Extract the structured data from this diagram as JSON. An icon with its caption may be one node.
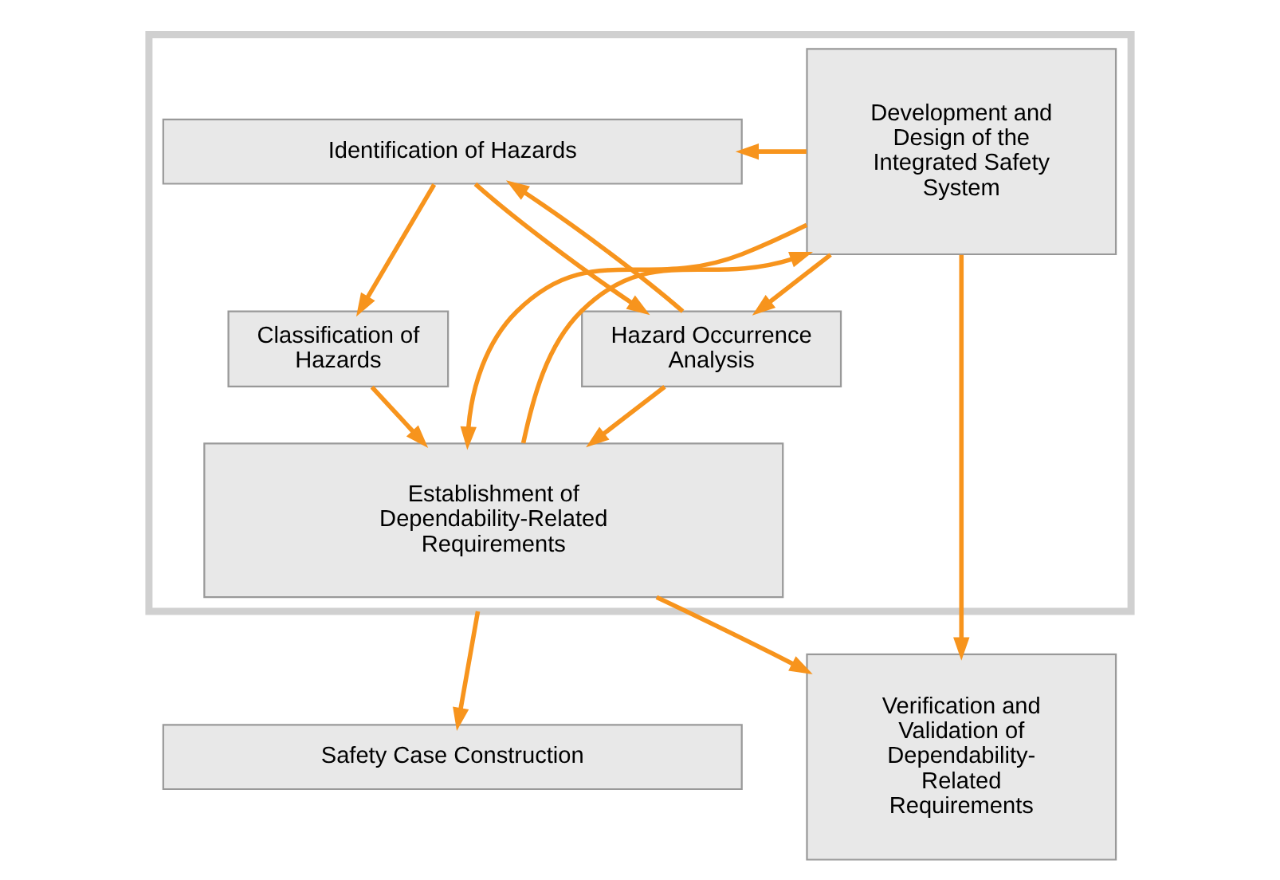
{
  "diagram": {
    "nodes": [
      {
        "text": [],
        "shape": "box"
      },
      {
        "text": [
          "Identification of Hazards"
        ],
        "in": 0
      },
      {
        "text": [
          "Development and Design of the Integrated Safety System"
        ],
        "in": 0
      },
      {
        "text": [
          "Classification of Hazards"
        ],
        "in": 0
      },
      {
        "text": [
          "Hazard Occurrence Analysis"
        ],
        "in": 0
      },
      {
        "text": [
          "Establishment of Dependability-Related Requirements"
        ],
        "in": 0
      },
      {
        "text": [
          "Verification and Validation of Dependability-Related Requirements"
        ]
      },
      {
        "text": [
          "Safety Case Construction"
        ]
      }
    ],
    "edges": [
      {
        "from": 2,
        "to": 1,
        "arrow": "to"
      },
      {
        "from": 1,
        "to": 3,
        "arrow": "to"
      },
      {
        "from": 1,
        "to": 4,
        "arrow": "to"
      },
      {
        "from": 4,
        "to": 1,
        "arrow": "to"
      },
      {
        "from": 2,
        "to": 4,
        "arrow": "to"
      },
      {
        "from": 3,
        "to": 5,
        "arrow": "to"
      },
      {
        "from": 4,
        "to": 5,
        "arrow": "to"
      },
      {
        "from": 5,
        "to": 2,
        "arrow": "to"
      },
      {
        "from": 2,
        "to": 5,
        "arrow": "to"
      },
      {
        "from": 2,
        "to": 6,
        "arrow": "to"
      },
      {
        "from": 5,
        "to": 6,
        "arrow": "to"
      },
      {
        "from": 0,
        "to": 7,
        "arrow": "to"
      }
    ]
  }
}
